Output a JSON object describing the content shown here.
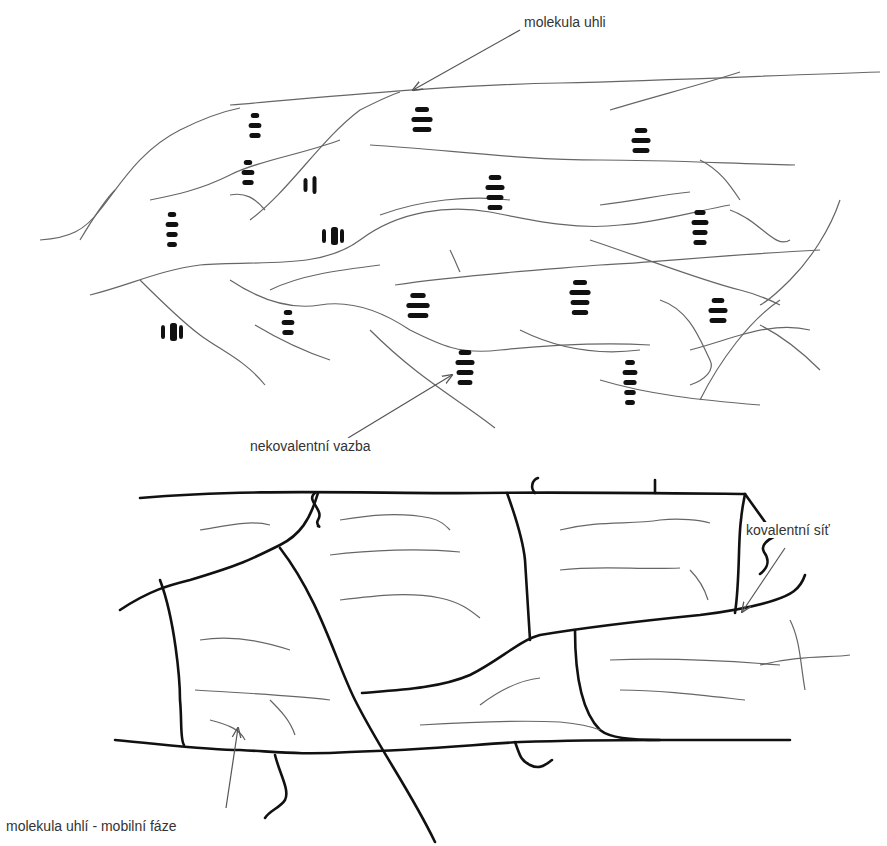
{
  "diagram": {
    "labels": [
      "molekula uhli",
      "nekovalentní vazba",
      "kovalentní síť",
      "molekula uhlí - mobilní fáze"
    ]
  }
}
